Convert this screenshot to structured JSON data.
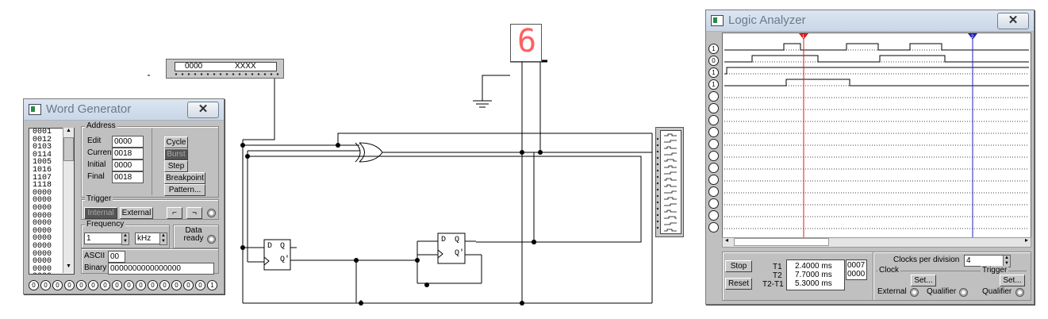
{
  "word_generator": {
    "title": "Word Generator",
    "close_label": "✕",
    "words": [
      "0001",
      "0012",
      "0103",
      "0114",
      "1005",
      "1016",
      "1107",
      "1118",
      "0000",
      "0000",
      "0000",
      "0000",
      "0000",
      "0000",
      "0000",
      "0000",
      "0000",
      "0000",
      "0000",
      "0000"
    ],
    "address": {
      "group_label": "Address",
      "edit_label": "Edit",
      "edit_value": "0000",
      "current_label": "Current",
      "current_value": "0018",
      "initial_label": "Initial",
      "initial_value": "0000",
      "final_label": "Final",
      "final_value": "0018"
    },
    "buttons": {
      "cycle": "Cycle",
      "burst": "Burst",
      "step": "Step",
      "breakpoint": "Breakpoint",
      "pattern": "Pattern..."
    },
    "trigger": {
      "group_label": "Trigger",
      "internal": "Internal",
      "external": "External"
    },
    "frequency": {
      "group_label": "Frequency",
      "value": "1",
      "unit": "kHz",
      "data_ready": "Data ready"
    },
    "ascii_label": "ASCII",
    "ascii_value": "00",
    "binary_label": "Binary",
    "binary_value": "0000000000000000",
    "bits": [
      "0",
      "0",
      "0",
      "0",
      "0",
      "0",
      "0",
      "0",
      "0",
      "0",
      "0",
      "0",
      "0",
      "0",
      "0",
      "1"
    ]
  },
  "top_display": {
    "left": "0000",
    "right": "XXXX"
  },
  "seven_segment": {
    "digit": "6",
    "color": "#ff6060"
  },
  "logic_analyzer": {
    "title": "Logic Analyzer",
    "close_label": "✕",
    "channel_labels": [
      "1",
      "0",
      "1",
      "1",
      "",
      "",
      "",
      "",
      "",
      "",
      "",
      "",
      "",
      "",
      "",
      ""
    ],
    "cursor1_label": "1",
    "cursor2_label": "2",
    "cursor1_color": "#d02020",
    "cursor2_color": "#2020c0",
    "stop": "Stop",
    "reset": "Reset",
    "t1_label": "T1",
    "t1_value": "2.4000 ms",
    "t1_hex": "0007",
    "t2_label": "T2",
    "t2_value": "7.7000 ms",
    "t2_hex": "0000",
    "t2t1_label": "T2-T1",
    "t2t1_value": "5.3000 ms",
    "clocks_per_division_label": "Clocks per division",
    "clocks_per_division_value": "4",
    "clock_label": "Clock",
    "trigger_label": "Trigger",
    "set_label": "Set...",
    "external_label": "External",
    "qualifier_label": "Qualifier",
    "qualifier2_label": "Qualifier"
  },
  "flipflops": {
    "d": "D",
    "q": "Q",
    "qn": "Q'"
  }
}
